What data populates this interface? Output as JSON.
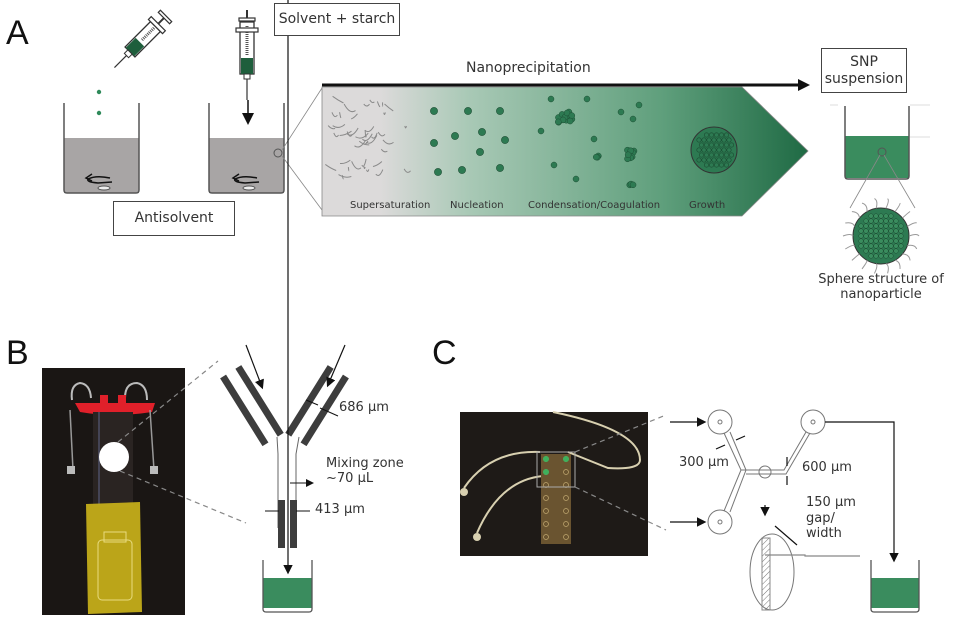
{
  "figure": {
    "panels": {
      "a": {
        "letter": "A",
        "labels": {
          "solvent_starch": "Solvent + starch",
          "antisolvent": "Antisolvent",
          "process": "Nanoprecipitation",
          "snp_line1": "SNP",
          "snp_line2": "suspension",
          "sphere_line1": "Sphere structure of",
          "sphere_line2": "nanoparticle"
        },
        "stages": [
          "Supersaturation",
          "Nucleation",
          "Condensation/Coagulation",
          "Growth"
        ]
      },
      "b": {
        "letter": "B",
        "labels": {
          "inlet_width": "686 µm",
          "mixing_line1": "Mixing zone",
          "mixing_line2": "~70 µL",
          "outlet_width": "413 µm"
        }
      },
      "c": {
        "letter": "C",
        "labels": {
          "channel_width": "300 µm",
          "main_width": "600 µm",
          "gap_line1": "150 µm",
          "gap_line2": "gap/",
          "gap_line3": "width"
        }
      }
    },
    "colors": {
      "green_dark": "#1e5e3c",
      "green": "#2f8a5a",
      "liquid_gray": "#a8a5a5",
      "red_cap": "#e0202a",
      "yellow_holder": "#c9b21a",
      "photo_bg": "#1a1614"
    }
  }
}
